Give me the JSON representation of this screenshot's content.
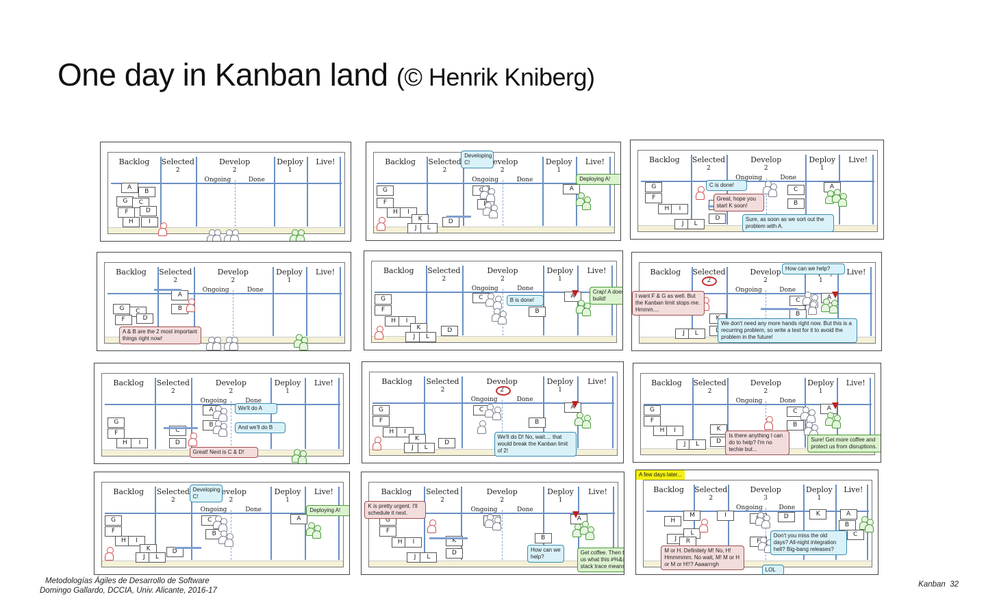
{
  "slide": {
    "title_main": "One day in Kanban land",
    "title_credit": "(© Henrik Kniberg)",
    "footer_course": "Metodologías Ágiles de Desarrollo de Software",
    "footer_author": "Domingo Gallardo, DCCIA, Univ. Alicante, 2016-17",
    "footer_topic": "Kanban",
    "footer_page": "32"
  },
  "board_labels": {
    "backlog": "Backlog",
    "selected": "Selected",
    "selected_limit": "2",
    "develop": "Develop",
    "develop_limit": "2",
    "ongoing": "Ongoing",
    "done": "Done",
    "deploy": "Deploy",
    "deploy_limit": "1",
    "live": "Live!"
  },
  "panels": [
    {
      "bubbles": []
    },
    {
      "bubbles": [
        "Developing C!",
        "Deploying A!"
      ]
    },
    {
      "bubbles": [
        "C is done!",
        "Great, hope you start K soon!",
        "Sure, as soon as we sort out the problem with A."
      ]
    },
    {
      "bubbles": [
        "A & B are the 2 most important things right now!"
      ]
    },
    {
      "bubbles": [
        "B is done!",
        "Crap! A doesn't build!"
      ]
    },
    {
      "bubbles": [
        "How can we help?",
        "I want F & G as well. But the Kanban limit stops me. Hmmm....",
        "We don't need any more hands right now. But this is a recurring problem, so write a test for it to avoid the problem in the future!"
      ]
    },
    {
      "bubbles": [
        "We'll do A",
        "And we'll do B",
        "Great! Next is C & D!"
      ]
    },
    {
      "bubbles": [
        "We'll do D! No, wait.... that would break the Kanban limit of 2!"
      ]
    },
    {
      "bubbles": [
        "Is there anything I can do to help? I'm no techie but...",
        "Sure! Get more coffee and protect us from disruptions."
      ]
    },
    {
      "bubbles": [
        "Developing C!",
        "Deploying A!"
      ]
    },
    {
      "bubbles": [
        "K is pretty urgent. I'll schedule it next.",
        "How can we help?",
        "Get coffee. Then tell us what this #%&@ stack trace means."
      ]
    },
    {
      "caption": "A few days later...",
      "develop_limit": "3",
      "bubbles": [
        "Don't you miss the old days? All-night integration hell? Big-bang releases?",
        "M or H. Definitely M! No, H! Hmmmmm. No wait, M! M or H or M or H!!? Aaaarrrgh",
        "LOL"
      ]
    }
  ]
}
